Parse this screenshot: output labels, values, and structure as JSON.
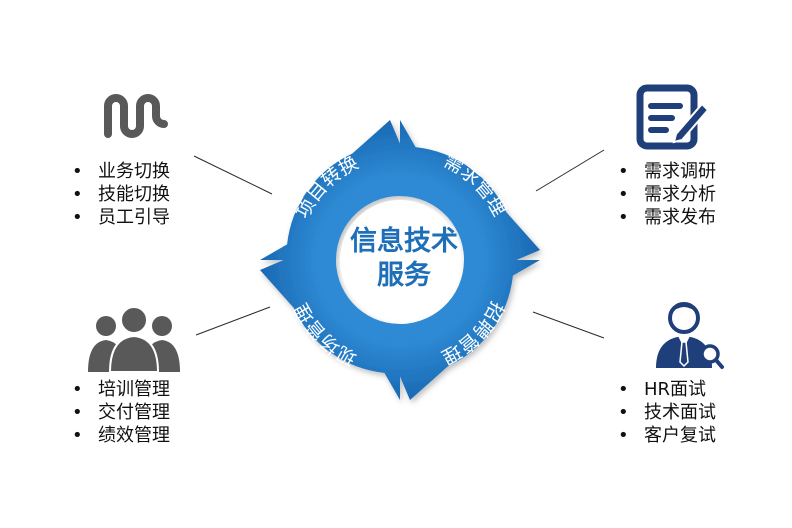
{
  "center": {
    "line1": "信息技术",
    "line2": "服务"
  },
  "segments": {
    "top_left": "项目转换",
    "top_right": "需求管理",
    "bottom_right": "招聘管理",
    "bottom_left": "现场管理"
  },
  "groups": {
    "top_left": {
      "icon": "transition-wave-icon",
      "items": [
        "业务切换",
        "技能切换",
        "员工引导"
      ]
    },
    "top_right": {
      "icon": "document-edit-icon",
      "items": [
        "需求调研",
        "需求分析",
        "需求发布"
      ]
    },
    "bottom_left": {
      "icon": "team-people-icon",
      "items": [
        "培训管理",
        "交付管理",
        "绩效管理"
      ]
    },
    "bottom_right": {
      "icon": "interviewer-search-icon",
      "items": [
        "HR面试",
        "技术面试",
        "客户复试"
      ]
    }
  },
  "colors": {
    "primary": "#1e6fb8",
    "icon_gray": "#595959",
    "icon_navy": "#1f3f7a"
  }
}
